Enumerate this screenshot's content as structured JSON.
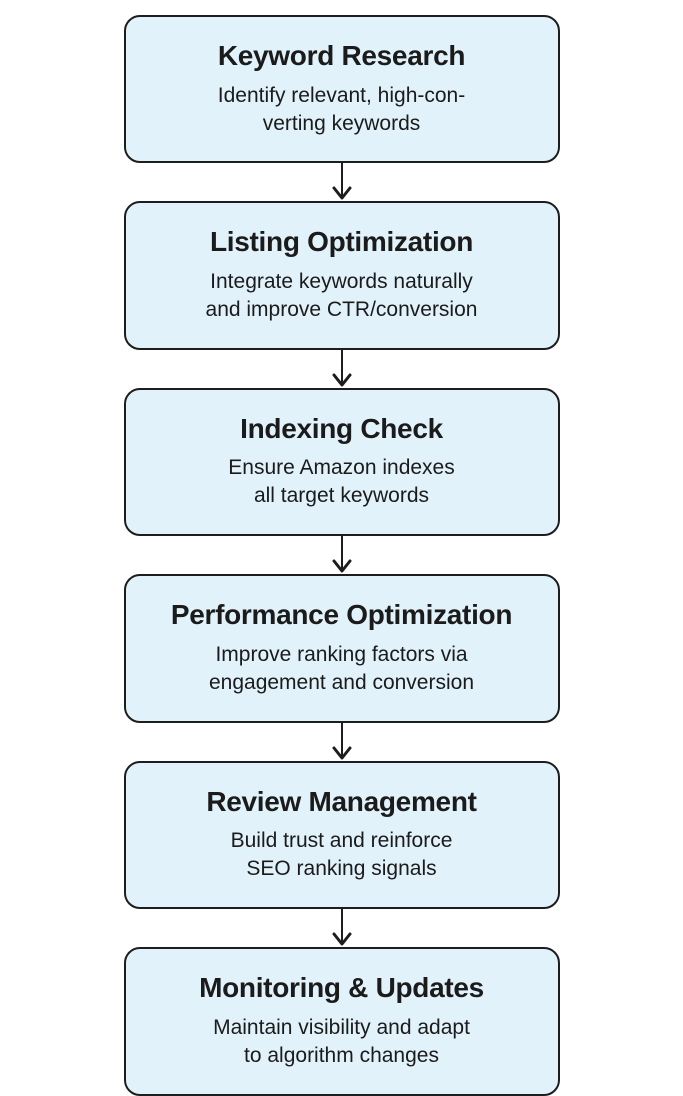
{
  "flowchart": {
    "steps": [
      {
        "title": "Keyword Research",
        "description": "Identify relevant, high-con-\nverting keywords"
      },
      {
        "title": "Listing Optimization",
        "description": "Integrate keywords naturally\nand improve CTR/conversion"
      },
      {
        "title": "Indexing Check",
        "description": "Ensure Amazon indexes\nall target keywords"
      },
      {
        "title": "Performance Optimization",
        "description": "Improve ranking factors via\nengagement and conversion"
      },
      {
        "title": "Review Management",
        "description": "Build trust and reinforce\nSEO ranking signals"
      },
      {
        "title": "Monitoring & Updates",
        "description": "Maintain visibility and adapt\nto algorithm changes"
      }
    ],
    "connector": "down-arrow"
  },
  "colors": {
    "box_fill": "#e1f2fb",
    "box_border": "#1d1d1d",
    "text": "#1b1b1b",
    "background": "#ffffff",
    "arrow": "#1d1d1d"
  }
}
